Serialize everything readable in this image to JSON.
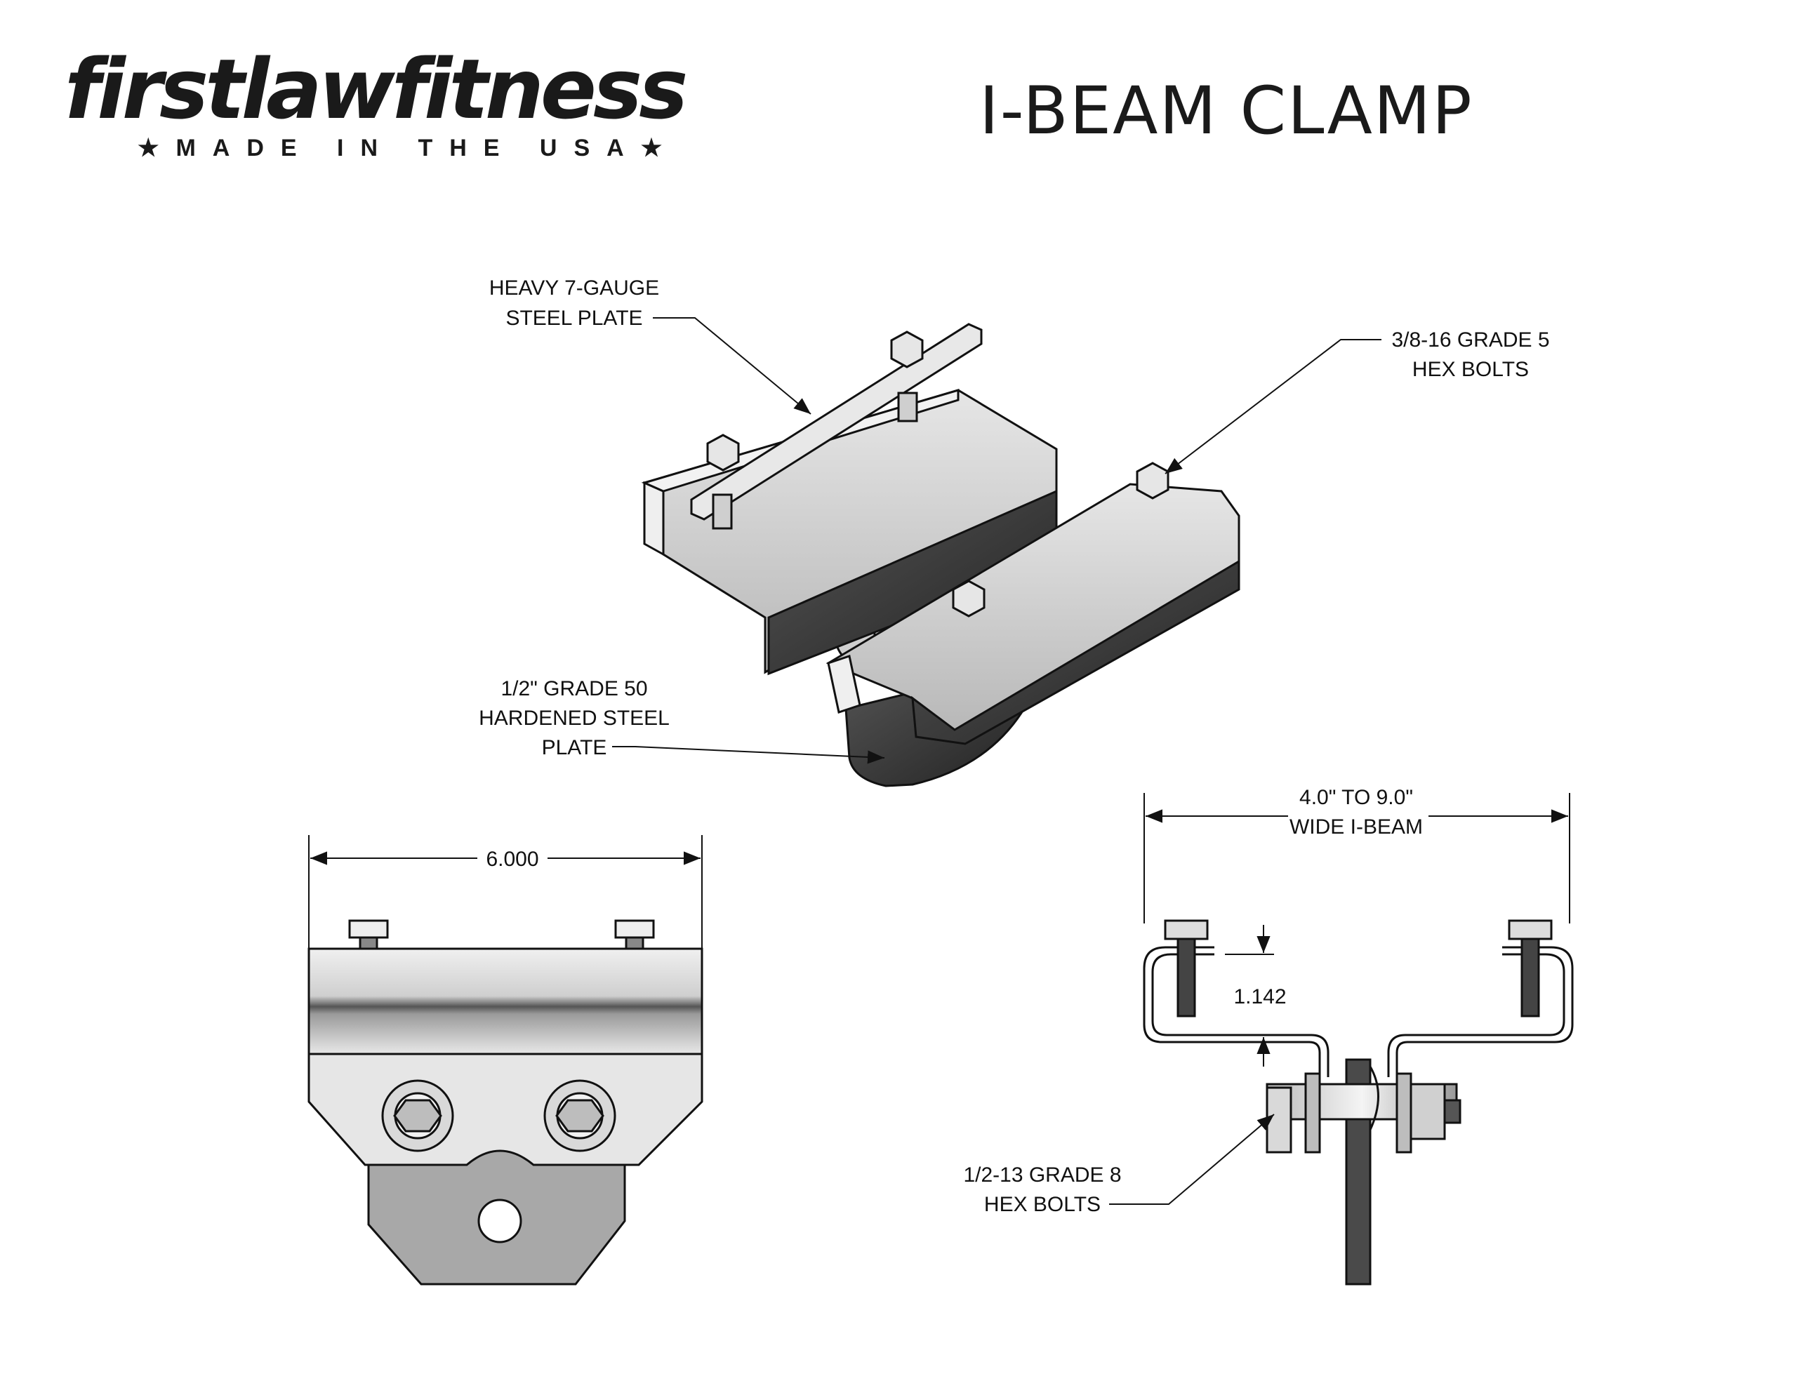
{
  "logo": {
    "wordmark": "firstlawfitness",
    "tagline": "★MADE IN THE USA★"
  },
  "title": "I-BEAM CLAMP",
  "callouts": {
    "steel_plate": [
      "HEAVY 7-GAUGE",
      "STEEL PLATE"
    ],
    "hex_bolts_3_8": [
      "3/8-16 GRADE 5",
      "HEX BOLTS"
    ],
    "hardened_plate": [
      "1/2\" GRADE 50",
      "HARDENED STEEL",
      "PLATE"
    ],
    "hex_bolts_1_2": [
      "1/2-13 GRADE 8",
      "HEX BOLTS"
    ]
  },
  "dimensions": {
    "width": "6.000",
    "beam_width": [
      "4.0\" TO 9.0\"",
      "WIDE I-BEAM"
    ],
    "flange_gap": "1.142"
  },
  "colors": {
    "line": "#111111",
    "steel_light": "#d9d9d9",
    "steel_mid": "#a6a6a6",
    "steel_dark": "#3a3a3a"
  }
}
